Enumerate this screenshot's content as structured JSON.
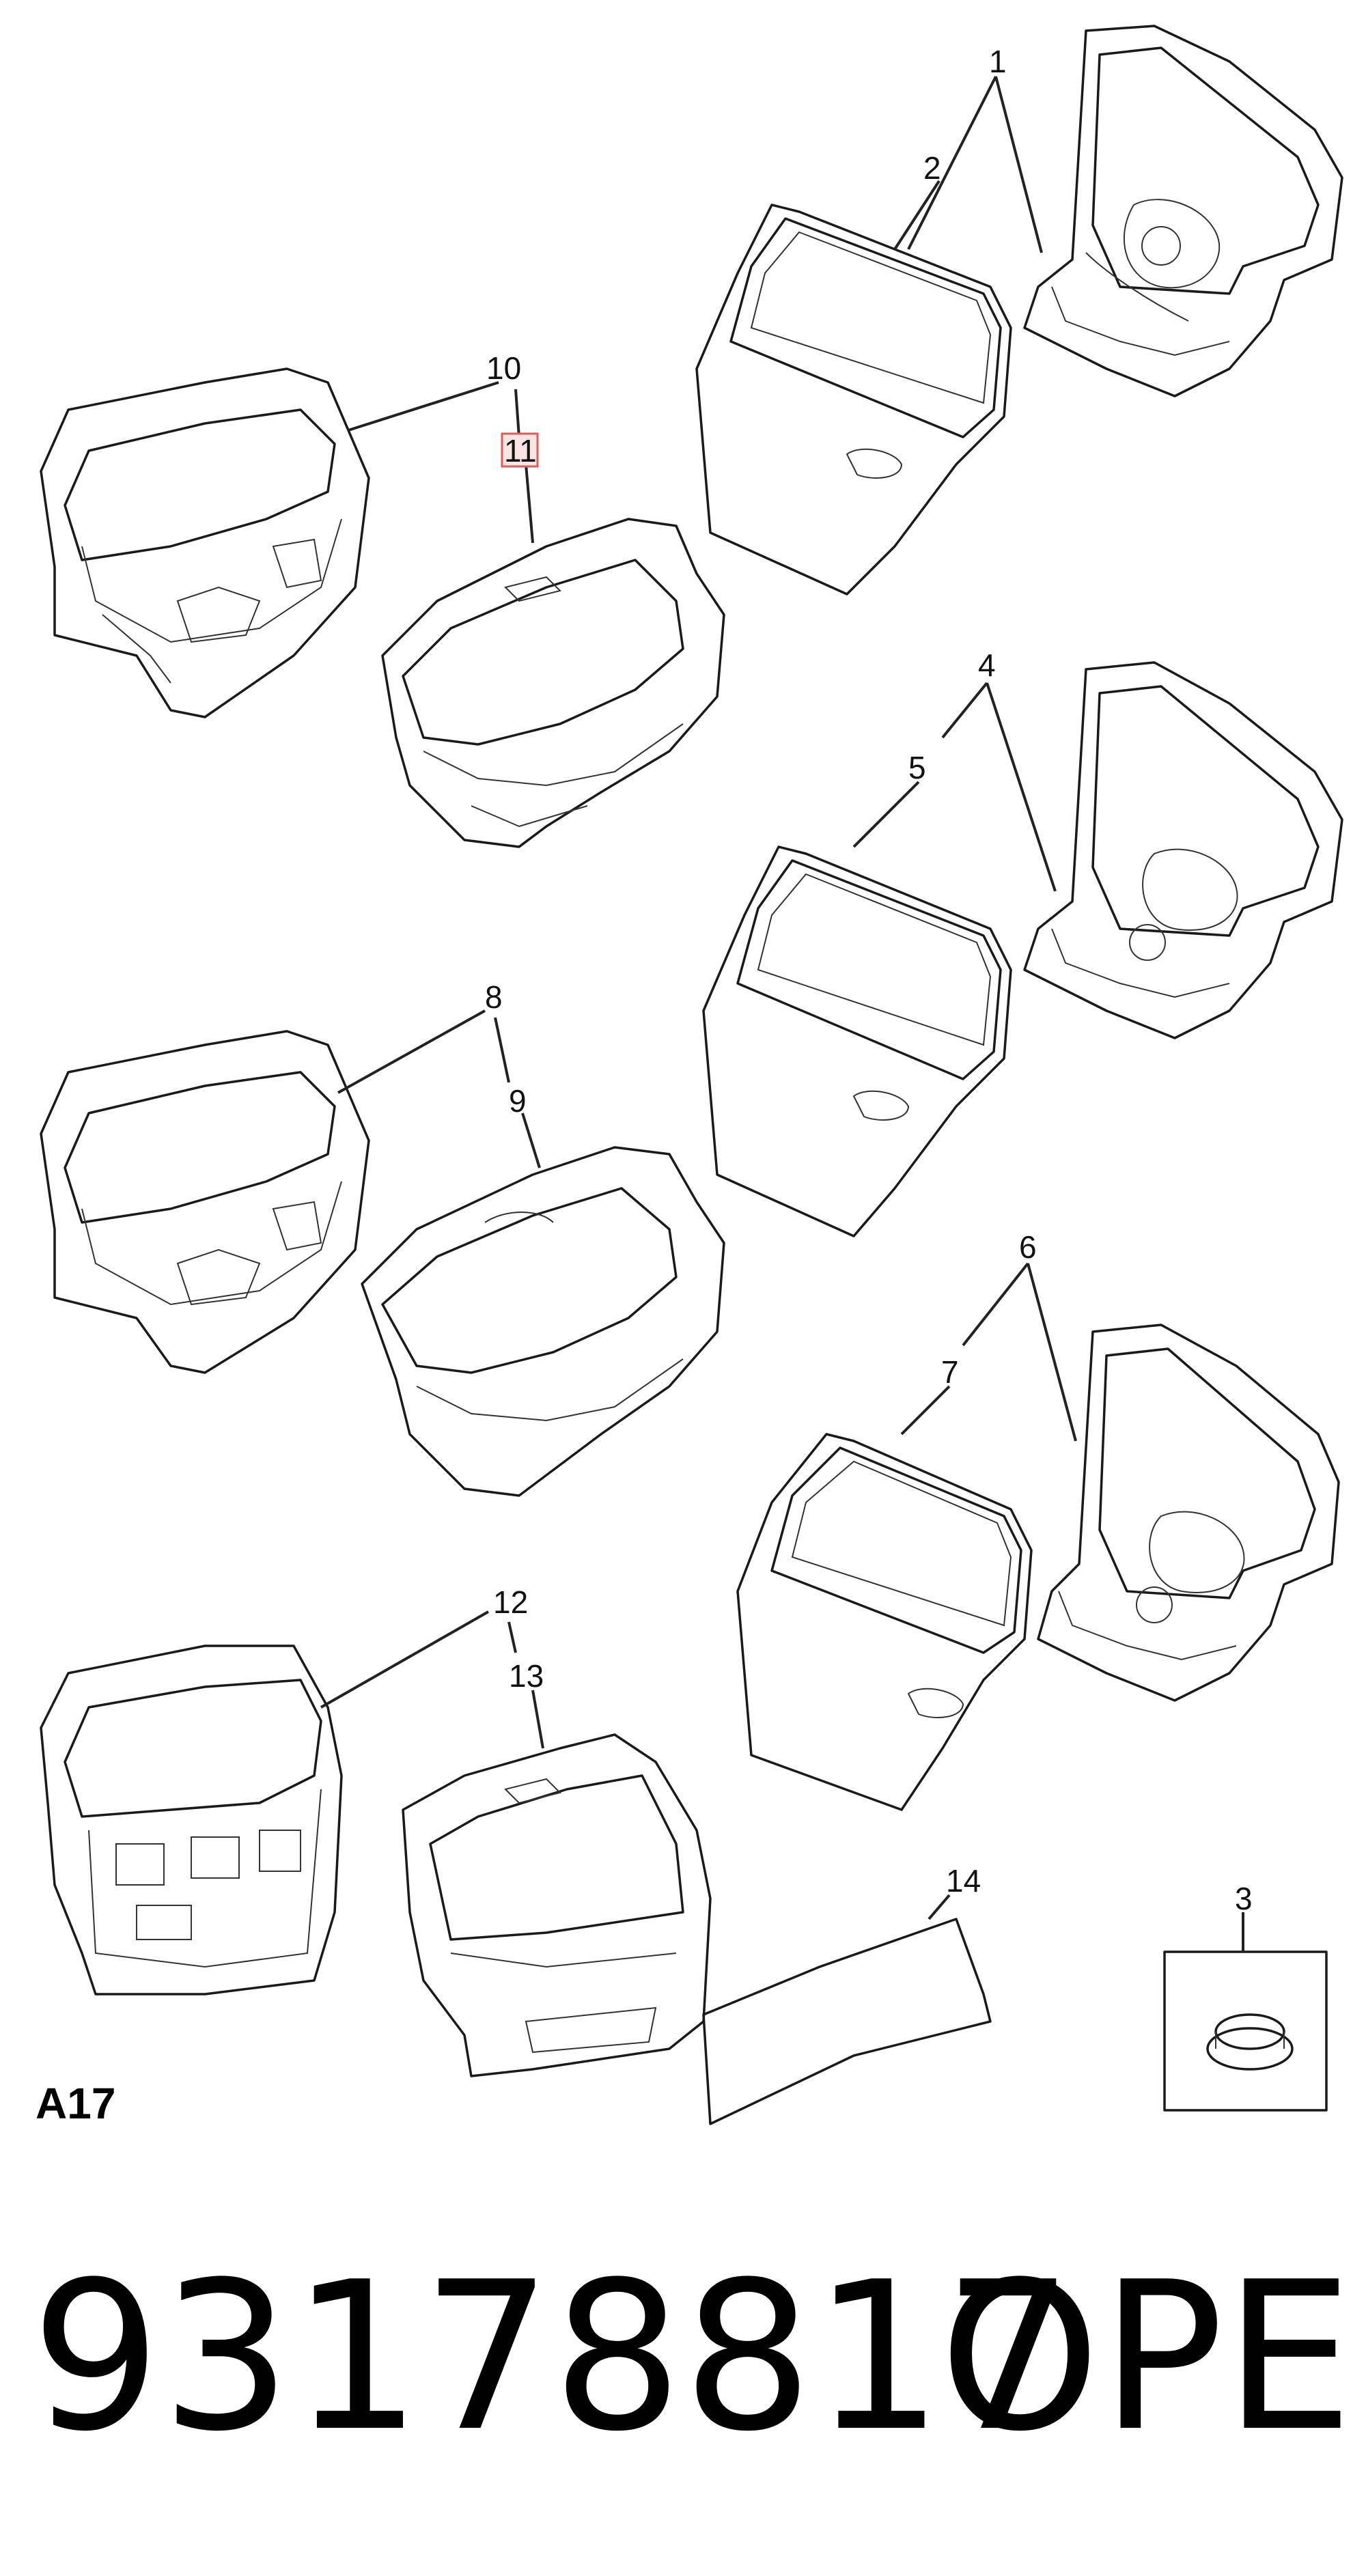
{
  "diagram": {
    "callouts": [
      "1",
      "2",
      "3",
      "4",
      "5",
      "6",
      "7",
      "8",
      "9",
      "10",
      "11",
      "12",
      "13",
      "14"
    ],
    "highlighted_callout": "11",
    "sheet_label": "A17",
    "part_number": "93178817",
    "brand": "OPEL",
    "colors": {
      "line": "#1a1a1a",
      "highlight_fill": "#fbe4e4",
      "highlight_stroke": "#e05b5b"
    }
  }
}
